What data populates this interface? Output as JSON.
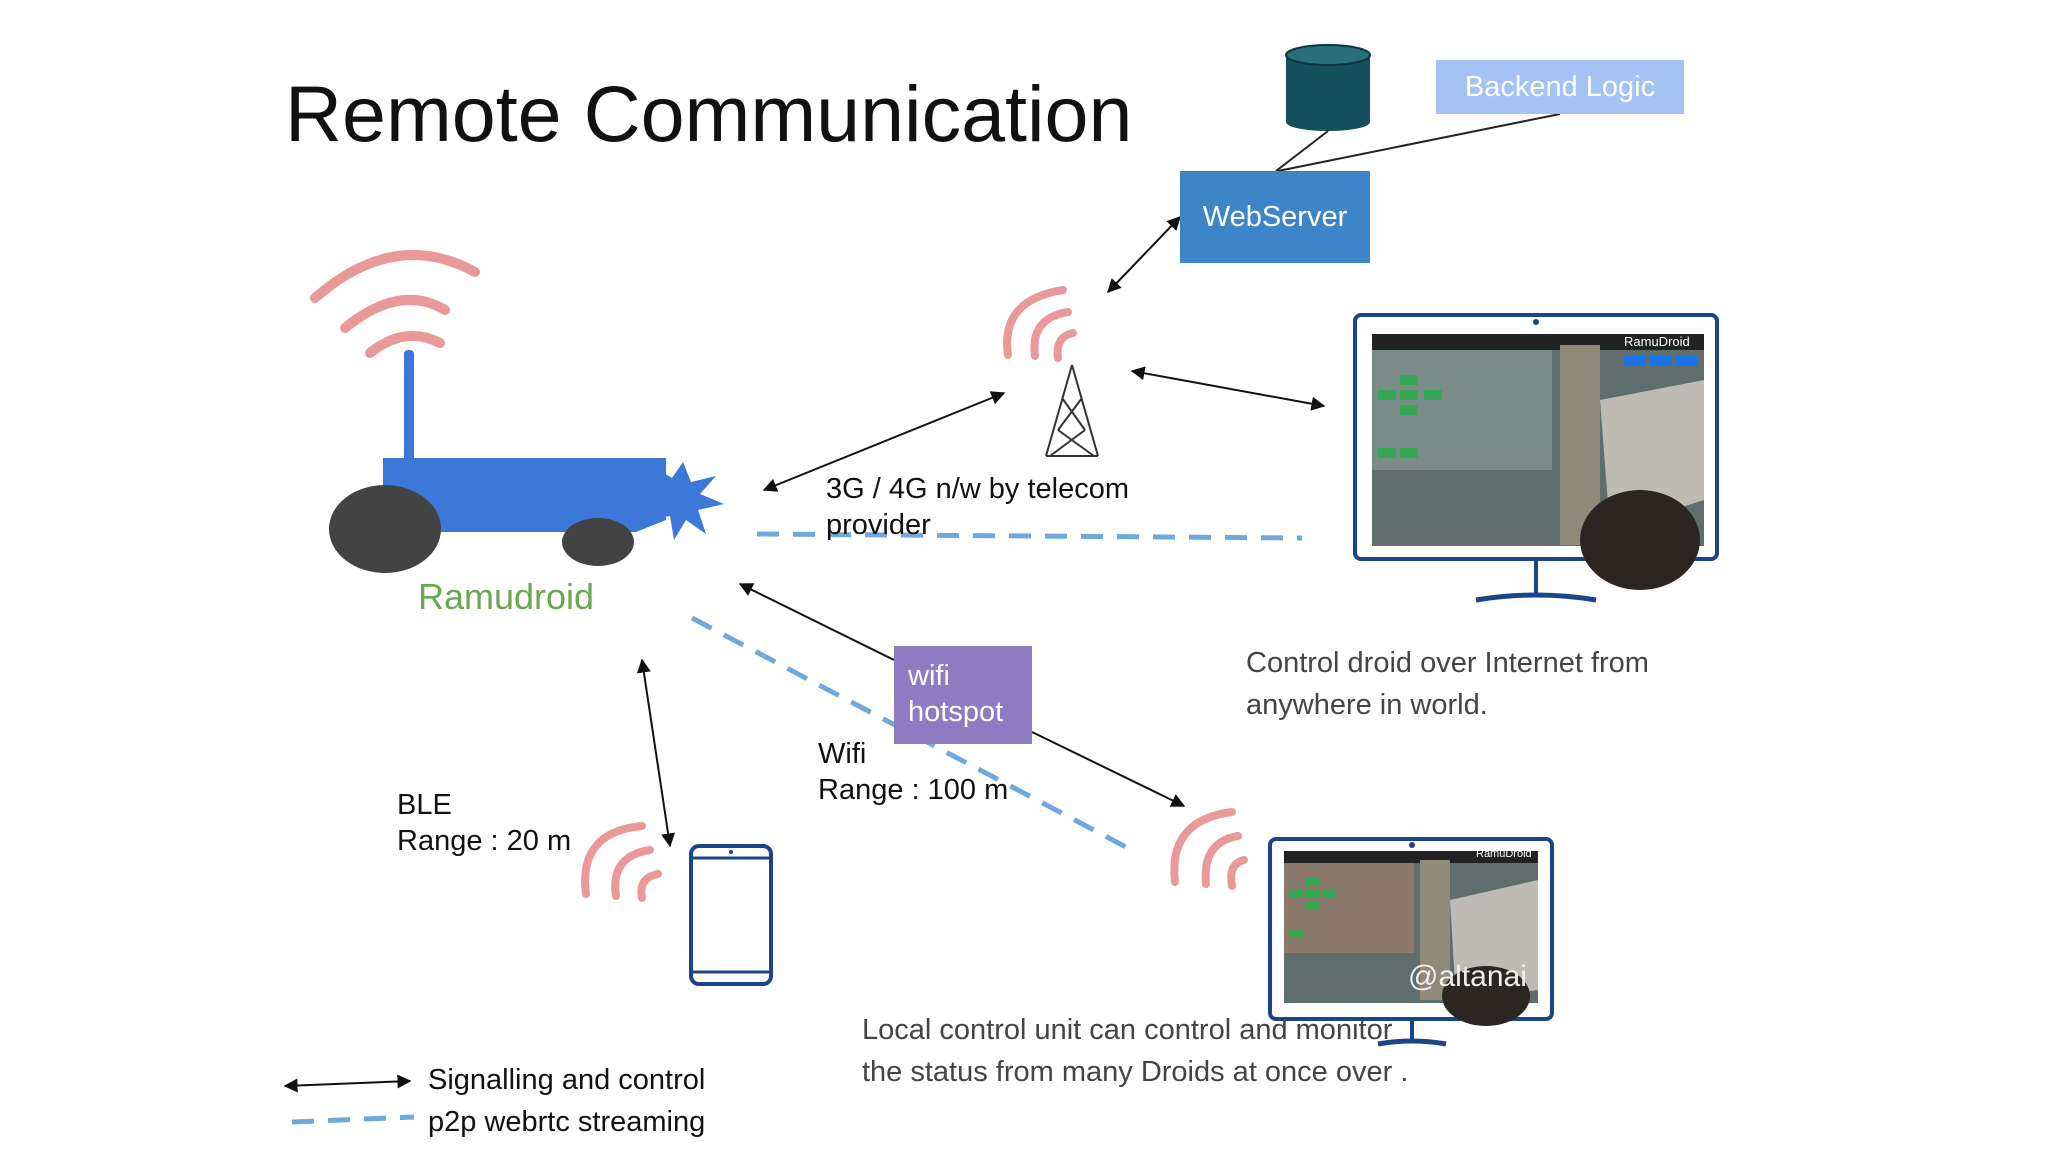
{
  "title": "Remote Communication",
  "nodes": {
    "webserver": "WebServer",
    "backend_logic": "Backend Logic",
    "wifi_hotspot": [
      "wifi",
      "hotspot"
    ],
    "robot": "Ramudroid"
  },
  "links": {
    "cellular": [
      "3G / 4G n/w by telecom",
      "provider"
    ],
    "wifi": [
      "Wifi",
      "Range : 100 m"
    ],
    "ble": [
      "BLE",
      "Range : 20 m"
    ]
  },
  "notes": {
    "internet": [
      "Control droid over Internet from",
      "anywhere in world."
    ],
    "local": [
      "Local control unit can control and  monitor",
      "the status from many Droids at once over ."
    ]
  },
  "legend": {
    "signalling": "Signalling and control",
    "streaming": "p2p webrtc streaming"
  },
  "screen_app_title": "RamuDroid",
  "watermark": "@altanai",
  "colors": {
    "robot_body": "#3c78d8",
    "wheels": "#434343",
    "signal_waves": "#ea9999",
    "webserver": "#3d85c6",
    "backend_logic": "#a4c2f4",
    "wifi_hotspot": "#8e7cc3",
    "database": "#134f5c",
    "dashed_stream": "#6fa8dc",
    "device_outline": "#1c4587",
    "robot_label": "#6aa84f"
  }
}
